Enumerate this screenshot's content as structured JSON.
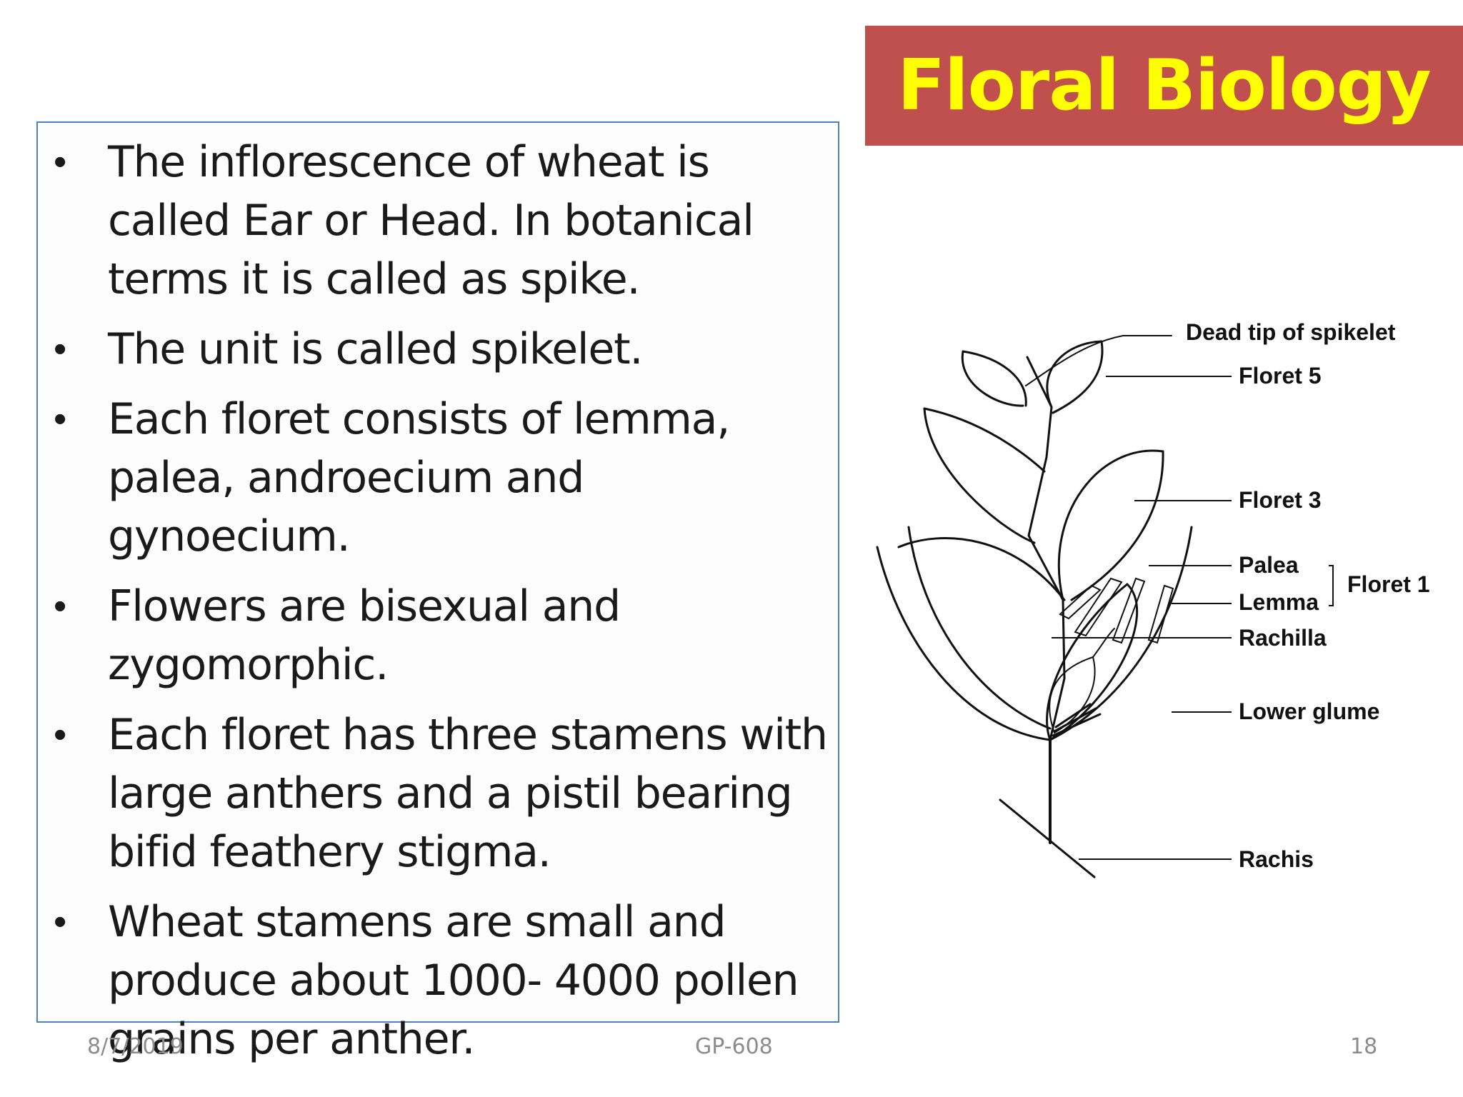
{
  "slide": {
    "title": "Floral Biology",
    "bullets": [
      "The inflorescence of wheat is called Ear or Head. In botanical terms it is called as spike.",
      "The unit is called spikelet.",
      "Each floret consists of lemma, palea, androecium and gynoecium.",
      "Flowers are bisexual and zygomorphic.",
      "Each floret has three stamens with large anthers and a pistil bearing bifid feathery stigma.",
      "Wheat stamens are small and produce about 1000- 4000 pollen grains per anther."
    ],
    "bullet_char": "•",
    "footer": {
      "date": "8/7/2019",
      "course": "GP-608",
      "page": "18"
    }
  },
  "diagram": {
    "labels": {
      "dead_tip": "Dead tip of spikelet",
      "floret5": "Floret 5",
      "floret3": "Floret 3",
      "palea": "Palea",
      "lemma": "Lemma",
      "floret1": "Floret 1",
      "rachilla": "Rachilla",
      "lower_glume": "Lower glume",
      "rachis": "Rachis"
    }
  },
  "colors": {
    "title_bg": "#c0504d",
    "title_text": "#ffff00",
    "textbox_border": "#4f81bd",
    "footer_text": "#8c8c8c"
  }
}
